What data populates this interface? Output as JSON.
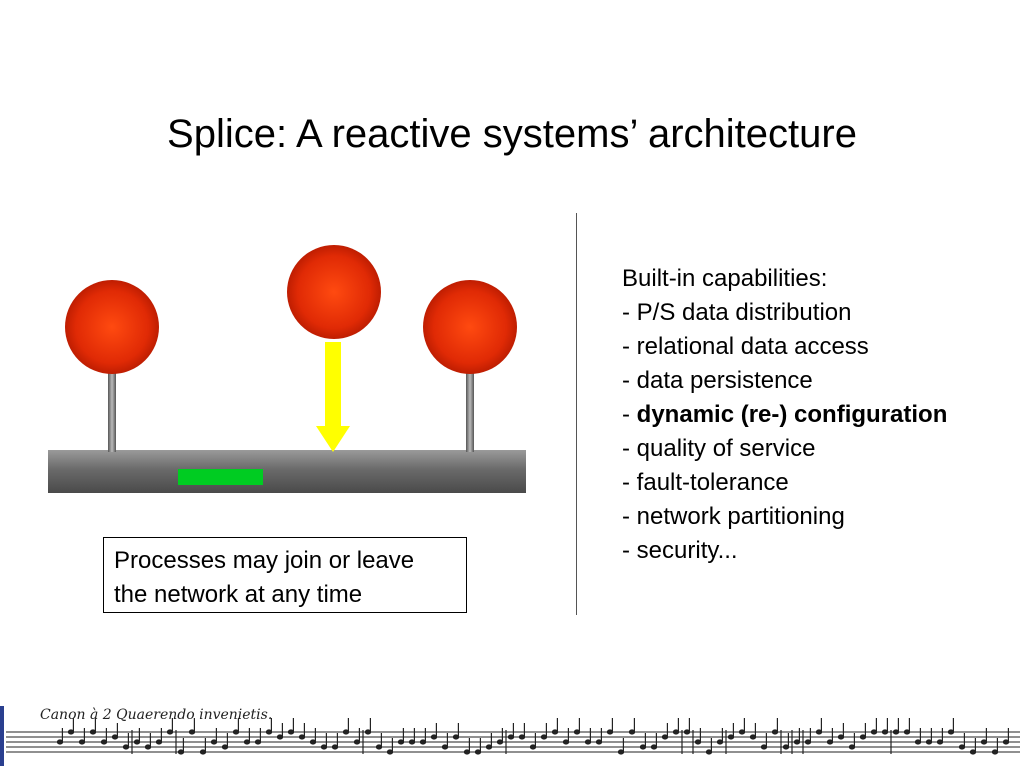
{
  "slide": {
    "title": "Splice: A reactive systems’ architecture",
    "caption": {
      "line1": "Processes may join or leave",
      "line2": "the network at any time"
    },
    "capabilities": {
      "heading": "Built-in capabilities:",
      "items": [
        {
          "prefix": "- ",
          "text": "P/S data distribution"
        },
        {
          "prefix": "- ",
          "text": "relational data access"
        },
        {
          "prefix": "- ",
          "text": "data persistence"
        },
        {
          "prefix": "- ",
          "text": "dynamic (re-) configuration",
          "bold": true
        },
        {
          "prefix": "- ",
          "text": "quality of service"
        },
        {
          "prefix": "- ",
          "text": "fault-tolerance"
        },
        {
          "prefix": "- ",
          "text": "network partitioning"
        },
        {
          "prefix": "- ",
          "text": "security..."
        }
      ]
    },
    "footer": {
      "score_text": "Canon à 2  Quaerendo invenietis."
    },
    "colors": {
      "node": "#e52a0a",
      "arrow": "#ffff00",
      "marker": "#00cc22",
      "bus": "#6e6e6e"
    }
  }
}
